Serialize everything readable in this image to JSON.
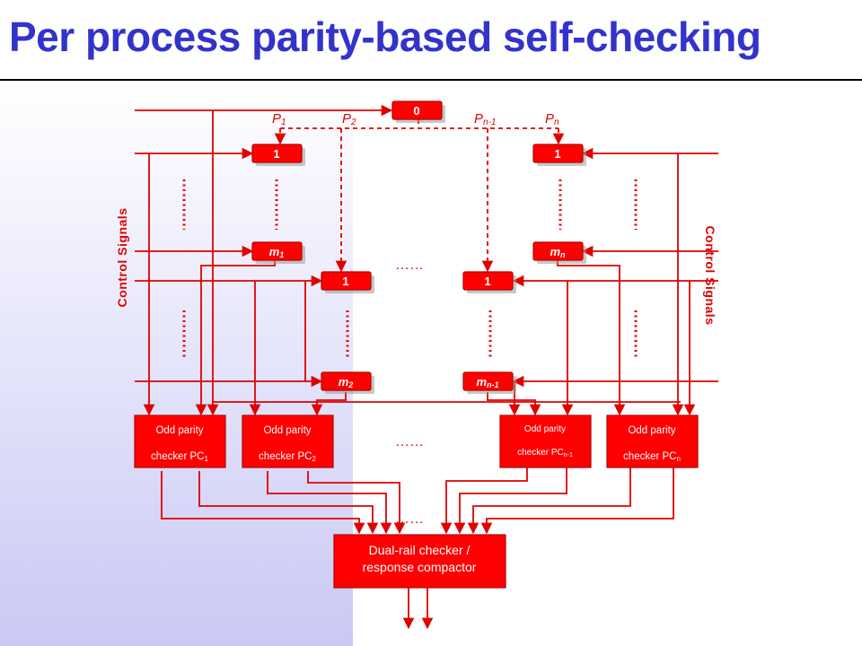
{
  "slide": {
    "title": "Per process parity-based self-checking"
  },
  "diagram": {
    "control_signals_left": "Control Signals",
    "control_signals_right": "Control Signals",
    "block_zero": "0",
    "block_one": "1",
    "block_m1": "m",
    "block_m1_sub": "1",
    "block_m2": "m",
    "block_m2_sub": "2",
    "block_mn": "m",
    "block_mn_sub": "n",
    "block_mn1": "m",
    "block_mn1_sub": "n-1",
    "p1": "P",
    "p1_sub": "1",
    "p2": "P",
    "p2_sub": "2",
    "pn1": "P",
    "pn1_sub": "n-1",
    "pn": "P",
    "pn_sub": "n",
    "ellipsis": "……",
    "checker_line1": "Odd parity",
    "checker_line2": "checker PC",
    "checker_pc1_sub": "1",
    "checker_pc2_sub": "2",
    "checker_pcn1_sub": "n-1",
    "checker_pcn_sub": "n",
    "compactor_line1": "Dual-rail checker /",
    "compactor_line2": "response compactor"
  }
}
